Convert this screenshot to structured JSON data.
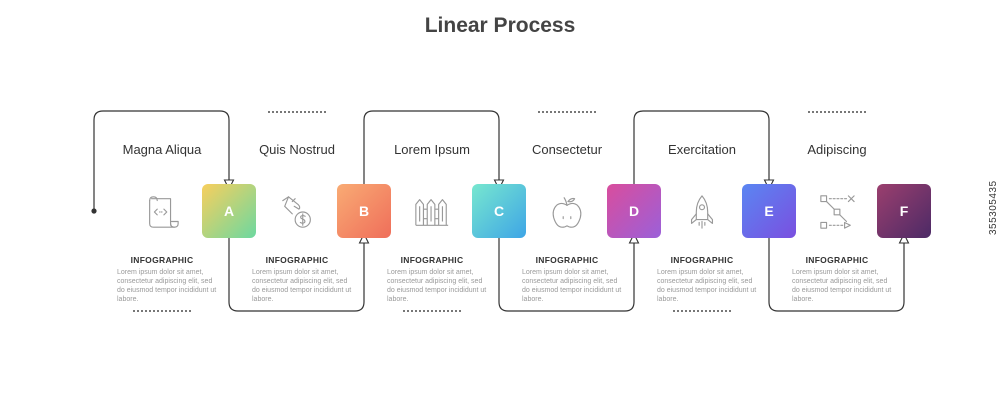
{
  "title": "Linear Process",
  "side_id": "355305435",
  "steps": [
    {
      "letter": "A",
      "label": "Magna Aliqua",
      "icon": "scroll-code-icon",
      "heading": "INFOGRAPHIC",
      "text": "Lorem ipsum dolor sit amet, consectetur adipiscing elit, sed do eiusmod tempor incididunt ut labore.",
      "gradient": [
        "#f8cf5d",
        "#6cd8a0"
      ]
    },
    {
      "letter": "B",
      "label": "Quis Nostrud",
      "icon": "hand-coin-icon",
      "heading": "INFOGRAPHIC",
      "text": "Lorem ipsum dolor sit amet, consectetur adipiscing elit, sed do eiusmod tempor incididunt ut labore.",
      "gradient": [
        "#f9ab74",
        "#ef6e5a"
      ]
    },
    {
      "letter": "C",
      "label": "Lorem Ipsum",
      "icon": "fence-icon",
      "heading": "INFOGRAPHIC",
      "text": "Lorem ipsum dolor sit amet, consectetur adipiscing elit, sed do eiusmod tempor incididunt ut labore.",
      "gradient": [
        "#77e7cf",
        "#3ea5e6"
      ]
    },
    {
      "letter": "D",
      "label": "Consectetur",
      "icon": "apple-icon",
      "heading": "INFOGRAPHIC",
      "text": "Lorem ipsum dolor sit amet, consectetur adipiscing elit, sed do eiusmod tempor incididunt ut labore.",
      "gradient": [
        "#d94d9d",
        "#9b60d9"
      ]
    },
    {
      "letter": "E",
      "label": "Exercitation",
      "icon": "rocket-icon",
      "heading": "INFOGRAPHIC",
      "text": "Lorem ipsum dolor sit amet, consectetur adipiscing elit, sed do eiusmod tempor incididunt ut labore.",
      "gradient": [
        "#5a86f2",
        "#7a4fe0"
      ]
    },
    {
      "letter": "F",
      "label": "Adipiscing",
      "icon": "vector-path-icon",
      "heading": "INFOGRAPHIC",
      "text": "Lorem ipsum dolor sit amet, consectetur adipiscing elit, sed do eiusmod tempor incididunt ut labore.",
      "gradient": [
        "#9b3f6e",
        "#4c2a66"
      ]
    }
  ]
}
